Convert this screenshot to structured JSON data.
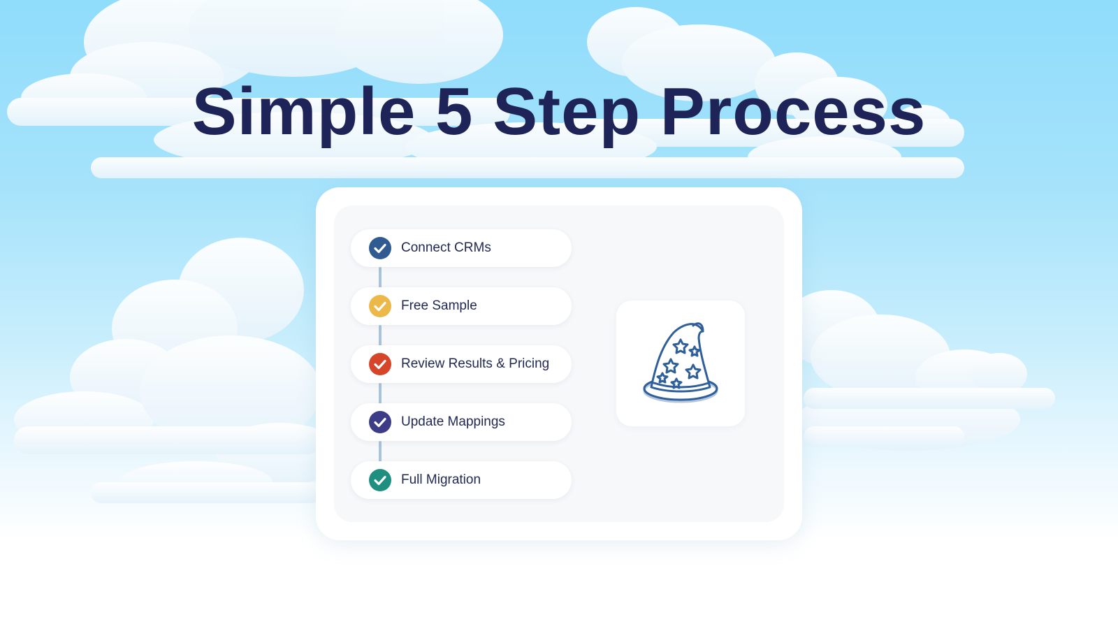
{
  "page": {
    "title": "Simple 5 Step Process"
  },
  "steps": [
    {
      "label": "Connect CRMs",
      "color": "#2f5a92",
      "status": "complete"
    },
    {
      "label": "Free Sample",
      "color": "#edb84a",
      "status": "complete"
    },
    {
      "label": "Review Results & Pricing",
      "color": "#d6452a",
      "status": "complete"
    },
    {
      "label": "Update Mappings",
      "color": "#3d3c86",
      "status": "complete"
    },
    {
      "label": "Full Migration",
      "color": "#1f8f80",
      "status": "complete"
    }
  ],
  "illustration": {
    "icon": "wizard-hat-icon",
    "stroke_color": "#2f5f9a"
  },
  "colors": {
    "title": "#1e2457",
    "sky_top": "#8fdcfb",
    "connector": "#a9c3dc"
  }
}
